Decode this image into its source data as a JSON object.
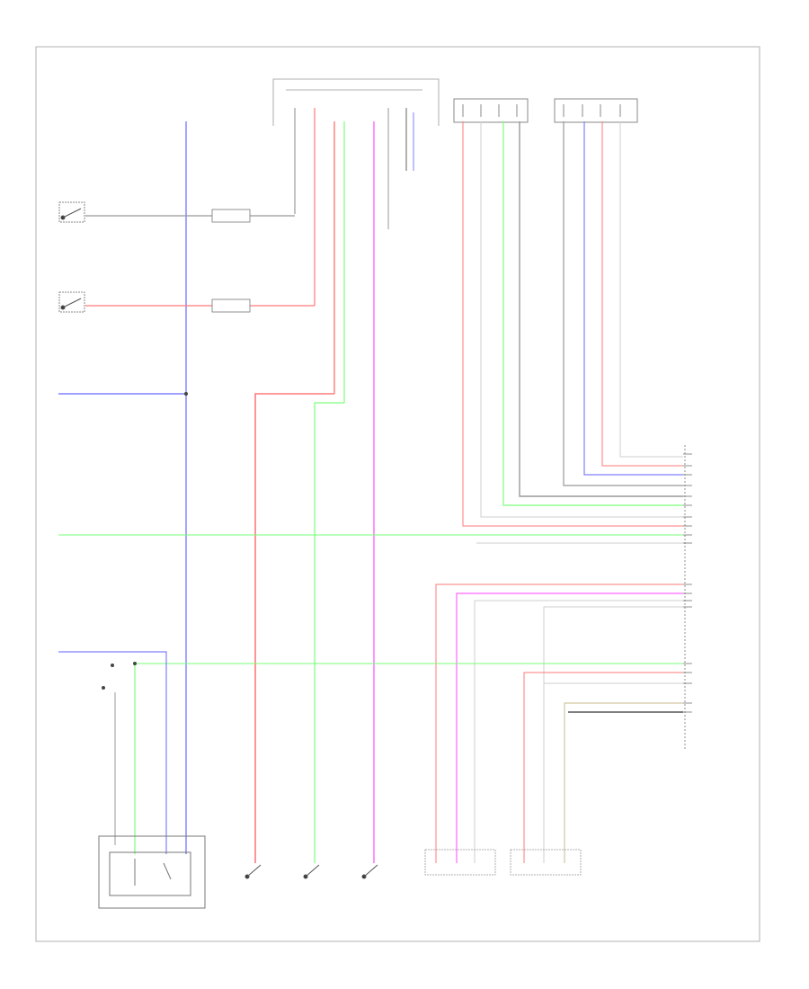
{
  "footer_code": "",
  "colors": {
    "red": "#ff7a7a",
    "blue": "#8080ff",
    "green": "#7aff7a",
    "magenta": "#ff66ff",
    "gray": "#999999",
    "light_gray": "#cfcfcf",
    "tan": "#c8b98a",
    "black": "#333333",
    "frame": "#b0b0b0"
  },
  "components": [
    {
      "id": "rear-door-lock-switch-rh",
      "name": ""
    },
    {
      "id": "rear-door-lock-switch-lh",
      "name": ""
    },
    {
      "id": "junction-connector-upper",
      "name": ""
    },
    {
      "id": "junction-connector-lower",
      "name": ""
    },
    {
      "id": "junction-block",
      "name": ""
    },
    {
      "id": "left-rear-height-sensor-connector",
      "name": ""
    },
    {
      "id": "right-rear-height-sensor-connector",
      "name": ""
    },
    {
      "id": "suspension-control-ecu",
      "name": ""
    },
    {
      "id": "front-door-courtesy-switch",
      "name": ""
    },
    {
      "id": "junction-connector-mid",
      "name": ""
    },
    {
      "id": "engine-room-relay-block",
      "name": ""
    },
    {
      "id": "relay",
      "name": ""
    },
    {
      "id": "right-rear-door-courtesy-switch",
      "name": ""
    },
    {
      "id": "back-door-courtesy-switch",
      "name": ""
    },
    {
      "id": "left-rear-door-courtesy-switch",
      "name": ""
    },
    {
      "id": "left-rear-height-control-sensor",
      "name": ""
    },
    {
      "id": "right-rear-height-control-sensor",
      "name": ""
    }
  ]
}
